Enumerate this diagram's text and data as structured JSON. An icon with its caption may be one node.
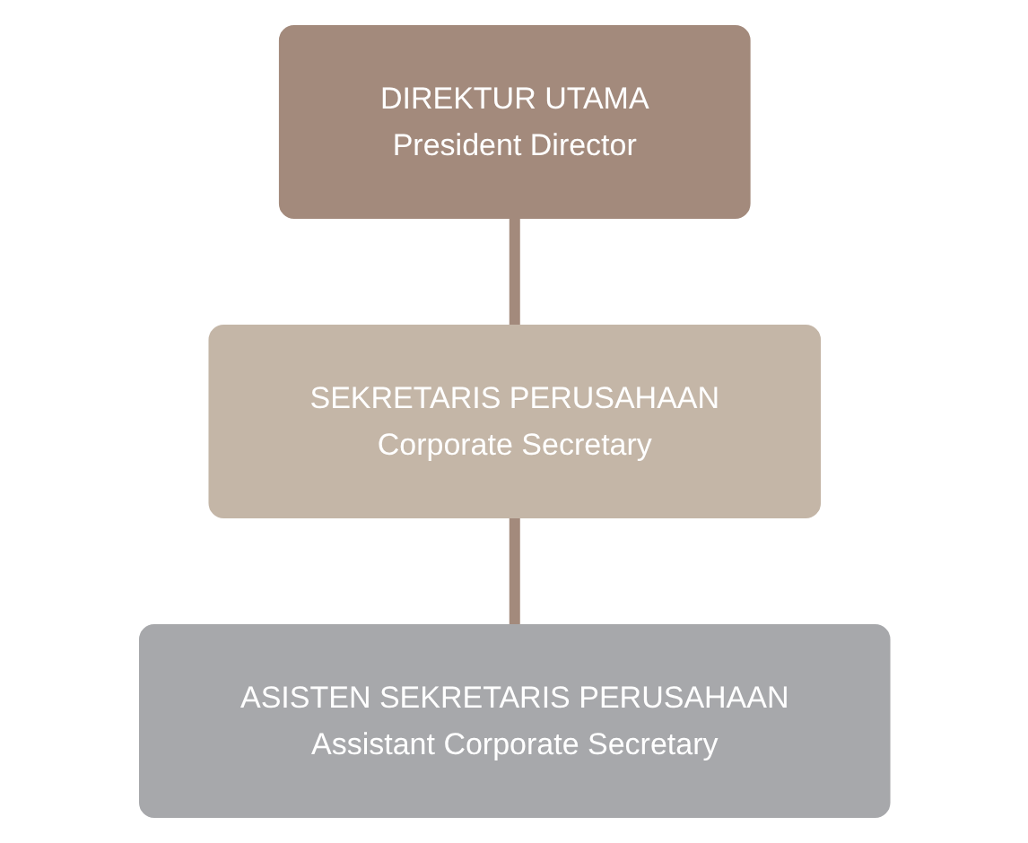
{
  "diagram": {
    "nodes": [
      {
        "text": [
          "DIREKTUR UTAMA",
          "President Director"
        ]
      },
      {
        "text": [
          "SEKRETARIS PERUSAHAAN",
          "Corporate Secretary"
        ]
      },
      {
        "text": [
          "ASISTEN SEKRETARIS PERUSAHAAN",
          "Assistant Corporate Secretary"
        ]
      }
    ],
    "edges": [
      {
        "from": 0,
        "to": 1,
        "arrow": "none"
      },
      {
        "from": 1,
        "to": 2,
        "arrow": "none"
      }
    ]
  }
}
